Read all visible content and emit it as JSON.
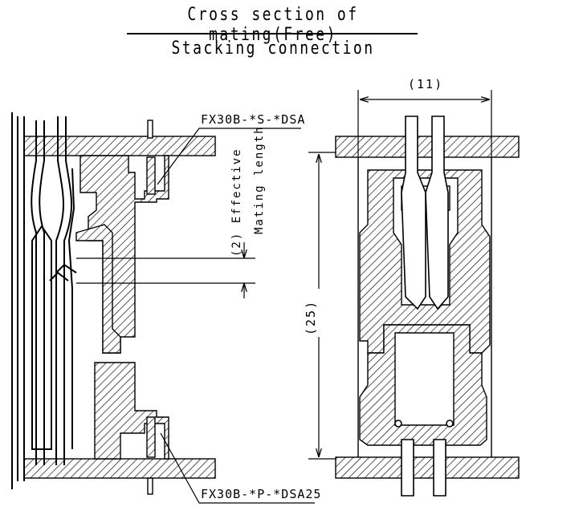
{
  "title": "Cross section of mating(Free)",
  "subtitle": "Stacking connection",
  "labels": {
    "receptacle": "FX30B-*S-*DSA",
    "header": "FX30B-*P-*DSA25",
    "effective_mating": "(2) Effective",
    "mating_length": "Mating length",
    "width_dim": "(11)",
    "height_dim": "(25)"
  },
  "colors": {
    "ink": "#000000",
    "paper": "#ffffff"
  }
}
